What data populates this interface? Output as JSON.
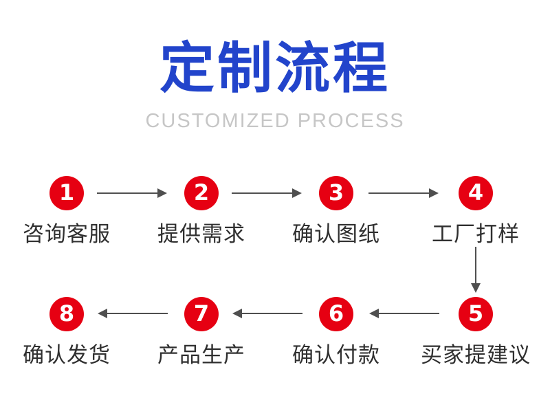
{
  "header": {
    "title": "定制流程",
    "subtitle": "CUSTOMIZED PROCESS"
  },
  "colors": {
    "title_blue": "#2244cb",
    "subtitle_gray": "#c6c6c6",
    "circle_red": "#e60012",
    "arrow_gray": "#4f4f4f",
    "label_dark": "#2f2f2f"
  },
  "steps": [
    {
      "number": "1",
      "label": "咨询客服"
    },
    {
      "number": "2",
      "label": "提供需求"
    },
    {
      "number": "3",
      "label": "确认图纸"
    },
    {
      "number": "4",
      "label": "工厂打样"
    },
    {
      "number": "5",
      "label": "买家提建议"
    },
    {
      "number": "6",
      "label": "确认付款"
    },
    {
      "number": "7",
      "label": "产品生产"
    },
    {
      "number": "8",
      "label": "确认发货"
    }
  ],
  "flow_order": [
    "1",
    "2",
    "3",
    "4",
    "5",
    "6",
    "7",
    "8"
  ]
}
